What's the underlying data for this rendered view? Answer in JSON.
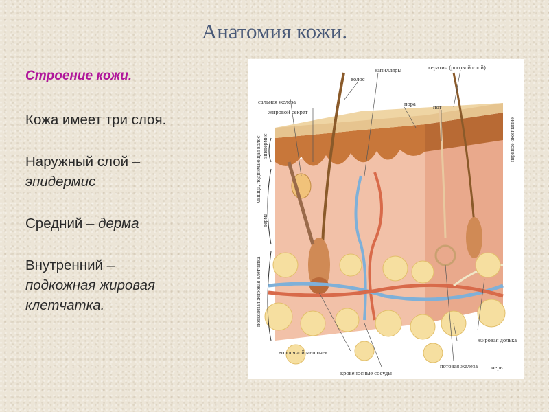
{
  "title": "Анатомия кожи.",
  "heading": "Строение кожи.",
  "intro": "Кожа имеет три слоя.",
  "layers": [
    {
      "label": "Наружный слой –",
      "term": "эпидермис"
    },
    {
      "label": "Средний –",
      "term": "дерма"
    },
    {
      "label": "Внутренний –",
      "term": "подкожная жировая клетчатка."
    }
  ],
  "diagram": {
    "labels": {
      "capillaries": "капилляры",
      "keratin": "кератин (роговой слой)",
      "hair": "волос",
      "sebaceous_gland": "сальная железа",
      "fat_secretion": "жировой секрет",
      "pore": "пора",
      "sweat": "пот",
      "nerve_ending": "нервное окончание",
      "muscle": "мышца, поднимающая волос",
      "epidermis": "эпидермис",
      "dermis": "дерма",
      "subcutaneous": "подкожная жировая клетчатка",
      "nerve": "нерв",
      "fat_lobule": "жировая долька",
      "hair_follicle": "волосяной мешочек",
      "sweat_gland": "потовая железа",
      "blood_vessels": "кровеносные сосуды"
    },
    "colors": {
      "surface": "#efd5a4",
      "epidermis": "#c8773a",
      "dermis": "#f2c1a8",
      "fat": "#f6dfa0",
      "vein": "#7fb0d8",
      "artery": "#d86a4a"
    }
  }
}
